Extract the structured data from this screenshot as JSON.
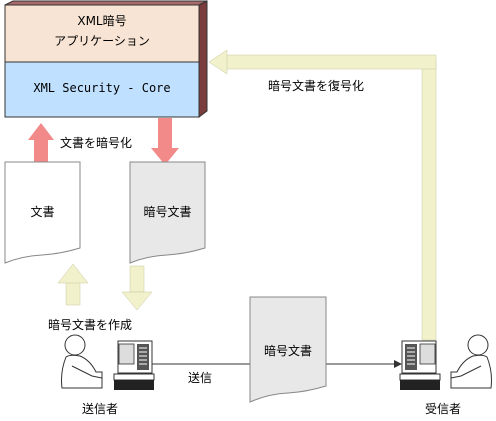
{
  "app_box": {
    "title_line1": "XML暗号",
    "title_line2": "アプリケーション",
    "core_label": "XML Security - Core"
  },
  "documents": {
    "plain": "文書",
    "encrypted_top": "暗号文書",
    "encrypted_middle": "暗号文書"
  },
  "flows": {
    "encrypt": "文書を暗号化",
    "create": "暗号文書を作成",
    "send": "送信",
    "decrypt": "暗号文書を復号化"
  },
  "actors": {
    "sender": "送信者",
    "receiver": "受信者"
  },
  "colors": {
    "app_top": "#f8e4d4",
    "app_core": "#bfe0ff",
    "app_frame": "#8a4a4a",
    "red_arrow": "#f28a8a",
    "pale_arrow": "#f1f1cc",
    "doc_gray": "#e8e8e8"
  }
}
